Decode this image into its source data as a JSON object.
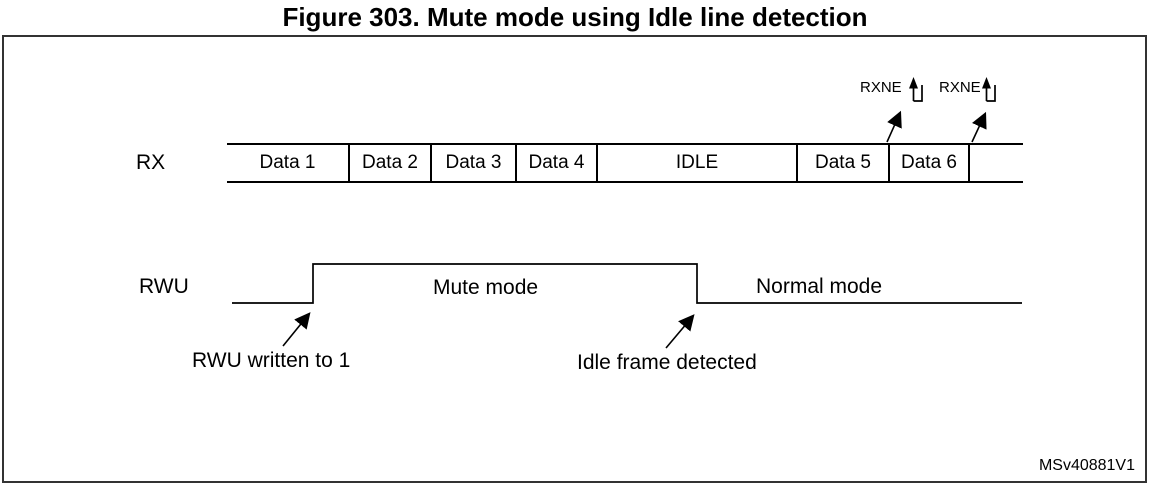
{
  "figure": {
    "title": "Figure 303. Mute mode using Idle line detection",
    "watermark": "MSv40881V1"
  },
  "rx": {
    "label": "RX",
    "segments": [
      {
        "label": "Data 1"
      },
      {
        "label": "Data 2"
      },
      {
        "label": "Data 3"
      },
      {
        "label": "Data 4"
      },
      {
        "label": "IDLE"
      },
      {
        "label": "Data 5"
      },
      {
        "label": "Data 6"
      },
      {
        "label": ""
      }
    ],
    "events": [
      {
        "label": "RXNE"
      },
      {
        "label": "RXNE"
      }
    ]
  },
  "rwu": {
    "label": "RWU",
    "mute_label": "Mute mode",
    "normal_label": "Normal mode",
    "annotations": [
      {
        "text": "RWU written to 1"
      },
      {
        "text": "Idle frame detected"
      }
    ]
  },
  "colors": {
    "line": "#000000",
    "frame_border": "#333333",
    "background": "#ffffff",
    "text": "#000000"
  }
}
